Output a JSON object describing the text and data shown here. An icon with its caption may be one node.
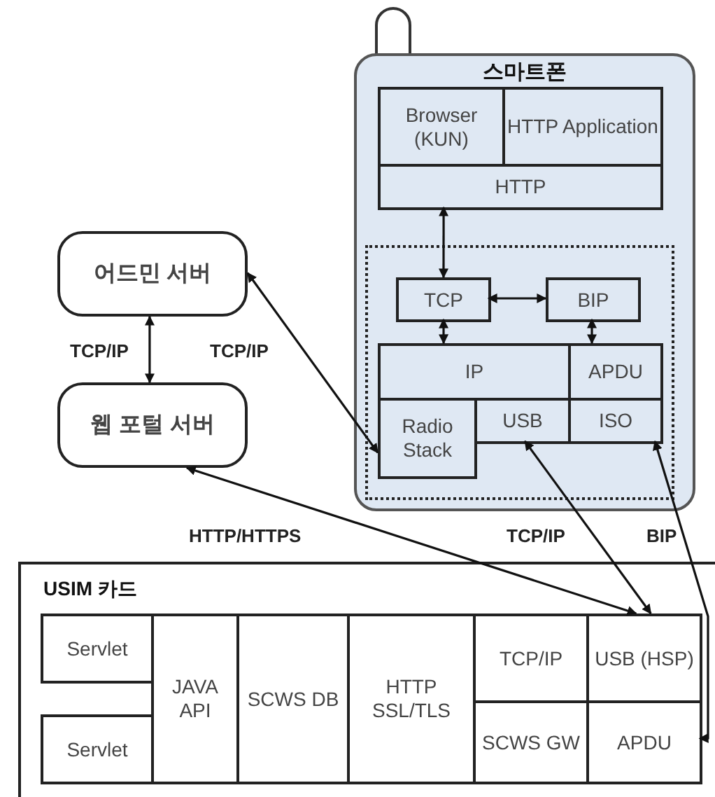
{
  "diagram": {
    "nodes": [
      {
        "text": [
          "스마트폰"
        ]
      },
      {
        "text": [
          "Browser (KUN)"
        ],
        "in": 0
      },
      {
        "text": [
          "HTTP Application"
        ],
        "in": 0
      },
      {
        "text": [
          "HTTP"
        ],
        "in": 0
      },
      {
        "text": [],
        "shape": "box",
        "in": 0
      },
      {
        "text": [
          "TCP"
        ],
        "in": 4
      },
      {
        "text": [
          "BIP"
        ],
        "in": 4
      },
      {
        "text": [
          "IP"
        ],
        "in": 4
      },
      {
        "text": [
          "APDU"
        ],
        "in": 4
      },
      {
        "text": [
          "Radio Stack"
        ],
        "in": 4
      },
      {
        "text": [
          "USB"
        ],
        "in": 4
      },
      {
        "text": [
          "ISO"
        ],
        "in": 4
      },
      {
        "text": [
          "어드민 서버"
        ]
      },
      {
        "text": [
          "웹 포털 서버"
        ]
      },
      {
        "text": [
          "USIM 카드"
        ]
      },
      {
        "text": [
          "Servlet"
        ],
        "in": 14
      },
      {
        "text": [
          "JAVA API"
        ],
        "in": 14
      },
      {
        "text": [
          "SCWS DB"
        ],
        "in": 14
      },
      {
        "text": [
          "HTTP SSL/TLS"
        ],
        "in": 14
      },
      {
        "text": [
          "TCP/IP"
        ],
        "in": 14
      },
      {
        "text": [
          "USB (HSP)"
        ],
        "in": 14
      },
      {
        "text": [
          "Servlet"
        ],
        "in": 14
      },
      {
        "text": [
          "SCWS GW"
        ],
        "in": 14
      },
      {
        "text": [
          "APDU"
        ],
        "in": 14
      }
    ],
    "edges": [
      {
        "from": 3,
        "to": 5,
        "arrow": "both"
      },
      {
        "from": 5,
        "to": 6,
        "arrow": "both"
      },
      {
        "from": 5,
        "to": 7,
        "arrow": "both"
      },
      {
        "from": 6,
        "to": 8,
        "arrow": "both"
      },
      {
        "from": 12,
        "to": 13,
        "arrow": "both",
        "label": "TCP/IP"
      },
      {
        "from": 12,
        "to": 9,
        "arrow": "both",
        "label": "TCP/IP"
      },
      {
        "from": 13,
        "to": 20,
        "arrow": "both",
        "label": "HTTP/HTTPS"
      },
      {
        "from": 10,
        "to": 20,
        "arrow": "both",
        "label": "TCP/IP"
      },
      {
        "from": 11,
        "to": 23,
        "arrow": "both",
        "label": "BIP"
      }
    ]
  }
}
